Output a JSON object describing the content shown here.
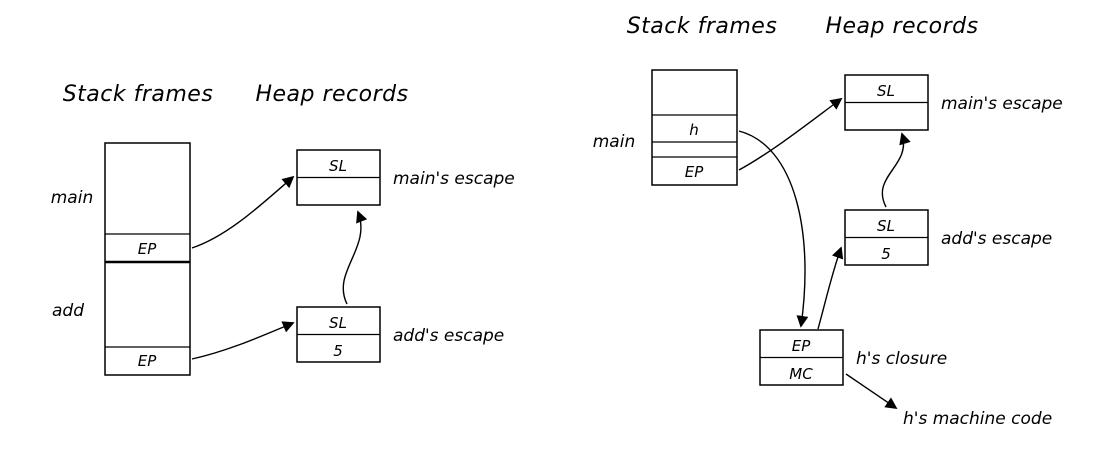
{
  "colors": {
    "ink": "#000000",
    "background": "#ffffff"
  },
  "left": {
    "title_stack": "Stack frames",
    "title_heap": "Heap records",
    "frame_main_label": "main",
    "frame_main_ep": "EP",
    "frame_add_label": "add",
    "frame_add_ep": "EP",
    "rec_main": {
      "f1": "SL",
      "label": "main's escape"
    },
    "rec_add": {
      "f1": "SL",
      "f2": "5",
      "label": "add's escape"
    }
  },
  "right": {
    "title_stack": "Stack frames",
    "title_heap": "Heap records",
    "frame_main_label": "main",
    "frame_h": "h",
    "frame_ep": "EP",
    "rec_main": {
      "f1": "SL",
      "label": "main's escape"
    },
    "rec_add": {
      "f1": "SL",
      "f2": "5",
      "label": "add's escape"
    },
    "rec_closure": {
      "f1": "EP",
      "f2": "MC",
      "label": "h's closure"
    },
    "machine_code_label": "h's machine code"
  }
}
